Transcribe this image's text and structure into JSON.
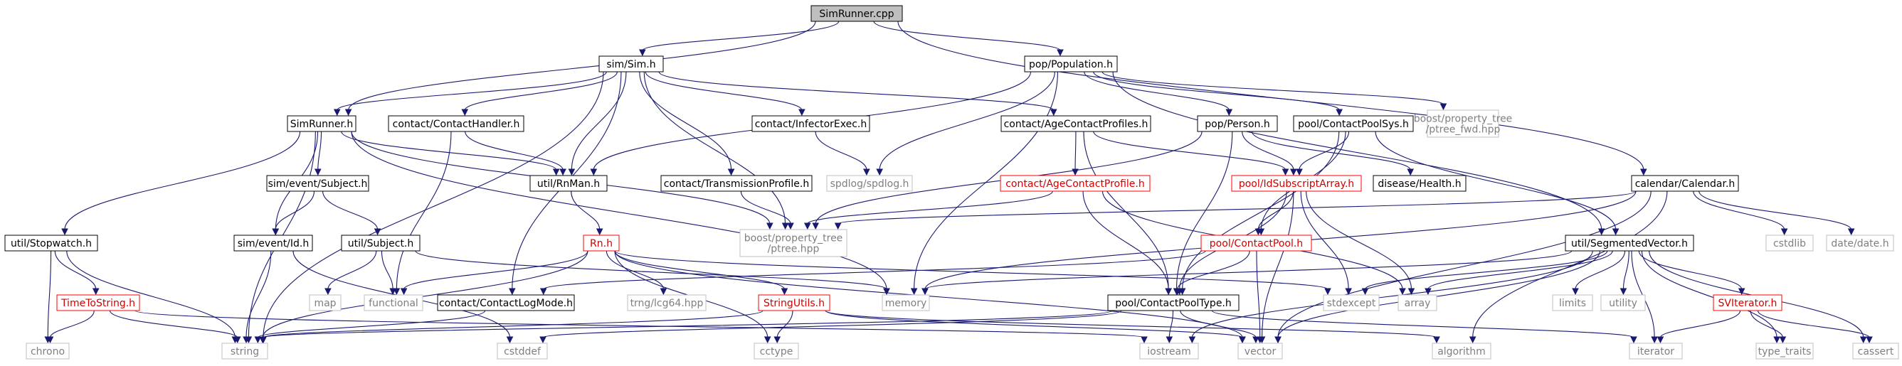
{
  "colors": {
    "edge": "#191970",
    "root_fill": "#bfbfbf",
    "node_border": "#000000",
    "external_border": "#bfbfbf",
    "external_text": "#7f7f7f",
    "truncated_border": "#ff0000",
    "truncated_text": "#d40000"
  },
  "nodes": [
    {
      "id": "simrunner_cpp",
      "label": "SimRunner.cpp",
      "kind": "root"
    },
    {
      "id": "sim_h",
      "label": "sim/Sim.h",
      "kind": "normal"
    },
    {
      "id": "population_h",
      "label": "pop/Population.h",
      "kind": "normal"
    },
    {
      "id": "simrunner_h",
      "label": "SimRunner.h",
      "kind": "normal"
    },
    {
      "id": "contacthandler_h",
      "label": "contact/ContactHandler.h",
      "kind": "normal"
    },
    {
      "id": "infectorexec_h",
      "label": "contact/InfectorExec.h",
      "kind": "normal"
    },
    {
      "id": "agecontactprofiles_h",
      "label": "contact/AgeContactProfiles.h",
      "kind": "normal"
    },
    {
      "id": "person_h",
      "label": "pop/Person.h",
      "kind": "normal"
    },
    {
      "id": "contactpoolsys_h",
      "label": "pool/ContactPoolSys.h",
      "kind": "normal"
    },
    {
      "id": "ptree_fwd",
      "label": [
        "boost/property_tree",
        "/ptree_fwd.hpp"
      ],
      "kind": "external"
    },
    {
      "id": "subject_event_h",
      "label": "sim/event/Subject.h",
      "kind": "normal"
    },
    {
      "id": "rnman_h",
      "label": "util/RnMan.h",
      "kind": "normal"
    },
    {
      "id": "transmissionprofile_h",
      "label": "contact/TransmissionProfile.h",
      "kind": "normal"
    },
    {
      "id": "spdlog_h",
      "label": "spdlog/spdlog.h",
      "kind": "external"
    },
    {
      "id": "agecontactprofile_h",
      "label": "contact/AgeContactProfile.h",
      "kind": "truncated"
    },
    {
      "id": "idsubscriptarray_h",
      "label": "pool/IdSubscriptArray.h",
      "kind": "truncated"
    },
    {
      "id": "health_h",
      "label": "disease/Health.h",
      "kind": "normal"
    },
    {
      "id": "calendar_h",
      "label": "calendar/Calendar.h",
      "kind": "normal"
    },
    {
      "id": "stopwatch_h",
      "label": "util/Stopwatch.h",
      "kind": "normal"
    },
    {
      "id": "id_h",
      "label": "sim/event/Id.h",
      "kind": "normal"
    },
    {
      "id": "util_subject_h",
      "label": "util/Subject.h",
      "kind": "normal"
    },
    {
      "id": "rn_h",
      "label": "Rn.h",
      "kind": "truncated"
    },
    {
      "id": "ptree_hpp",
      "label": [
        "boost/property_tree",
        "/ptree.hpp"
      ],
      "kind": "external"
    },
    {
      "id": "contactpool_h",
      "label": "pool/ContactPool.h",
      "kind": "truncated"
    },
    {
      "id": "segmentedvector_h",
      "label": "util/SegmentedVector.h",
      "kind": "normal"
    },
    {
      "id": "cstdlib",
      "label": "cstdlib",
      "kind": "external"
    },
    {
      "id": "date_h",
      "label": "date/date.h",
      "kind": "external"
    },
    {
      "id": "timetostring_h",
      "label": "TimeToString.h",
      "kind": "truncated"
    },
    {
      "id": "map",
      "label": "map",
      "kind": "external"
    },
    {
      "id": "functional",
      "label": "functional",
      "kind": "external"
    },
    {
      "id": "contactlogmode_h",
      "label": "contact/ContactLogMode.h",
      "kind": "normal"
    },
    {
      "id": "trng_lcg64",
      "label": "trng/lcg64.hpp",
      "kind": "external"
    },
    {
      "id": "stringutils_h",
      "label": "StringUtils.h",
      "kind": "truncated"
    },
    {
      "id": "memory",
      "label": "memory",
      "kind": "external"
    },
    {
      "id": "contactpooltype_h",
      "label": "pool/ContactPoolType.h",
      "kind": "normal"
    },
    {
      "id": "stdexcept",
      "label": "stdexcept",
      "kind": "external"
    },
    {
      "id": "array",
      "label": "array",
      "kind": "external"
    },
    {
      "id": "limits",
      "label": "limits",
      "kind": "external"
    },
    {
      "id": "utility",
      "label": "utility",
      "kind": "external"
    },
    {
      "id": "sviterator_h",
      "label": "SVIterator.h",
      "kind": "truncated"
    },
    {
      "id": "chrono",
      "label": "chrono",
      "kind": "external"
    },
    {
      "id": "string",
      "label": "string",
      "kind": "external"
    },
    {
      "id": "cstddef",
      "label": "cstddef",
      "kind": "external"
    },
    {
      "id": "cctype",
      "label": "cctype",
      "kind": "external"
    },
    {
      "id": "iostream",
      "label": "iostream",
      "kind": "external"
    },
    {
      "id": "vector",
      "label": "vector",
      "kind": "external"
    },
    {
      "id": "algorithm",
      "label": "algorithm",
      "kind": "external"
    },
    {
      "id": "iterator",
      "label": "iterator",
      "kind": "external"
    },
    {
      "id": "type_traits",
      "label": "type_traits",
      "kind": "external"
    },
    {
      "id": "cassert",
      "label": "cassert",
      "kind": "external"
    }
  ],
  "edges": [
    [
      "simrunner_cpp",
      "sim_h"
    ],
    [
      "simrunner_cpp",
      "population_h"
    ],
    [
      "simrunner_cpp",
      "simrunner_h"
    ],
    [
      "simrunner_cpp",
      "calendar_h"
    ],
    [
      "sim_h",
      "simrunner_h"
    ],
    [
      "sim_h",
      "contacthandler_h"
    ],
    [
      "sim_h",
      "infectorexec_h"
    ],
    [
      "sim_h",
      "agecontactprofiles_h"
    ],
    [
      "sim_h",
      "rnman_h"
    ],
    [
      "sim_h",
      "transmissionprofile_h"
    ],
    [
      "sim_h",
      "ptree_hpp"
    ],
    [
      "sim_h",
      "contactlogmode_h"
    ],
    [
      "sim_h",
      "string"
    ],
    [
      "population_h",
      "rnman_h"
    ],
    [
      "population_h",
      "spdlog_h"
    ],
    [
      "population_h",
      "person_h"
    ],
    [
      "population_h",
      "contactpoolsys_h"
    ],
    [
      "population_h",
      "ptree_fwd"
    ],
    [
      "population_h",
      "memory"
    ],
    [
      "population_h",
      "segmentedvector_h"
    ],
    [
      "simrunner_h",
      "subject_event_h"
    ],
    [
      "simrunner_h",
      "rnman_h"
    ],
    [
      "simrunner_h",
      "stopwatch_h"
    ],
    [
      "simrunner_h",
      "id_h"
    ],
    [
      "simrunner_h",
      "ptree_hpp"
    ],
    [
      "simrunner_h",
      "memory"
    ],
    [
      "simrunner_h",
      "string"
    ],
    [
      "contacthandler_h",
      "rnman_h"
    ],
    [
      "contacthandler_h",
      "functional"
    ],
    [
      "infectorexec_h",
      "spdlog_h"
    ],
    [
      "agecontactprofiles_h",
      "agecontactprofile_h"
    ],
    [
      "agecontactprofiles_h",
      "idsubscriptarray_h"
    ],
    [
      "agecontactprofiles_h",
      "contactpooltype_h"
    ],
    [
      "person_h",
      "idsubscriptarray_h"
    ],
    [
      "person_h",
      "health_h"
    ],
    [
      "person_h",
      "contactpooltype_h"
    ],
    [
      "person_h",
      "ptree_hpp"
    ],
    [
      "contactpoolsys_h",
      "idsubscriptarray_h"
    ],
    [
      "contactpoolsys_h",
      "segmentedvector_h"
    ],
    [
      "contactpoolsys_h",
      "contactpool_h"
    ],
    [
      "contactpoolsys_h",
      "contactpooltype_h"
    ],
    [
      "subject_event_h",
      "id_h"
    ],
    [
      "subject_event_h",
      "util_subject_h"
    ],
    [
      "rnman_h",
      "rn_h"
    ],
    [
      "transmissionprofile_h",
      "ptree_hpp"
    ],
    [
      "agecontactprofile_h",
      "ptree_hpp"
    ],
    [
      "agecontactprofile_h",
      "contactpooltype_h"
    ],
    [
      "agecontactprofile_h",
      "array"
    ],
    [
      "idsubscriptarray_h",
      "contactpool_h"
    ],
    [
      "idsubscriptarray_h",
      "contactpooltype_h"
    ],
    [
      "idsubscriptarray_h",
      "array"
    ],
    [
      "idsubscriptarray_h",
      "stdexcept"
    ],
    [
      "idsubscriptarray_h",
      "vector"
    ],
    [
      "calendar_h",
      "ptree_hpp"
    ],
    [
      "calendar_h",
      "memory"
    ],
    [
      "calendar_h",
      "cstdlib"
    ],
    [
      "calendar_h",
      "date_h"
    ],
    [
      "calendar_h",
      "vector"
    ],
    [
      "calendar_h",
      "algorithm"
    ],
    [
      "stopwatch_h",
      "timetostring_h"
    ],
    [
      "stopwatch_h",
      "chrono"
    ],
    [
      "stopwatch_h",
      "string"
    ],
    [
      "id_h",
      "string"
    ],
    [
      "id_h",
      "cstddef"
    ],
    [
      "util_subject_h",
      "map"
    ],
    [
      "util_subject_h",
      "functional"
    ],
    [
      "util_subject_h",
      "memory"
    ],
    [
      "rn_h",
      "functional"
    ],
    [
      "rn_h",
      "trng_lcg64"
    ],
    [
      "rn_h",
      "stringutils_h"
    ],
    [
      "rn_h",
      "stdexcept"
    ],
    [
      "rn_h",
      "string"
    ],
    [
      "rn_h",
      "cctype"
    ],
    [
      "rn_h",
      "vector"
    ],
    [
      "contactpool_h",
      "contactlogmode_h"
    ],
    [
      "contactpool_h",
      "contactpooltype_h"
    ],
    [
      "contactpool_h",
      "vector"
    ],
    [
      "segmentedvector_h",
      "stdexcept"
    ],
    [
      "segmentedvector_h",
      "array"
    ],
    [
      "segmentedvector_h",
      "limits"
    ],
    [
      "segmentedvector_h",
      "utility"
    ],
    [
      "segmentedvector_h",
      "sviterator_h"
    ],
    [
      "segmentedvector_h",
      "iostream"
    ],
    [
      "segmentedvector_h",
      "vector"
    ],
    [
      "segmentedvector_h",
      "iterator"
    ],
    [
      "segmentedvector_h",
      "cassert"
    ],
    [
      "segmentedvector_h",
      "type_traits"
    ],
    [
      "segmentedvector_h",
      "memory"
    ],
    [
      "timetostring_h",
      "chrono"
    ],
    [
      "timetostring_h",
      "string"
    ],
    [
      "timetostring_h",
      "iostream"
    ],
    [
      "contactlogmode_h",
      "string"
    ],
    [
      "stringutils_h",
      "cctype"
    ],
    [
      "stringutils_h",
      "algorithm"
    ],
    [
      "stringutils_h",
      "string"
    ],
    [
      "stringutils_h",
      "vector"
    ],
    [
      "contactpooltype_h",
      "string"
    ],
    [
      "contactpooltype_h",
      "cstddef"
    ],
    [
      "contactpooltype_h",
      "iostream"
    ],
    [
      "contactpooltype_h",
      "vector"
    ],
    [
      "contactpooltype_h",
      "iterator"
    ],
    [
      "sviterator_h",
      "iterator"
    ],
    [
      "sviterator_h",
      "type_traits"
    ],
    [
      "sviterator_h",
      "cassert"
    ]
  ]
}
